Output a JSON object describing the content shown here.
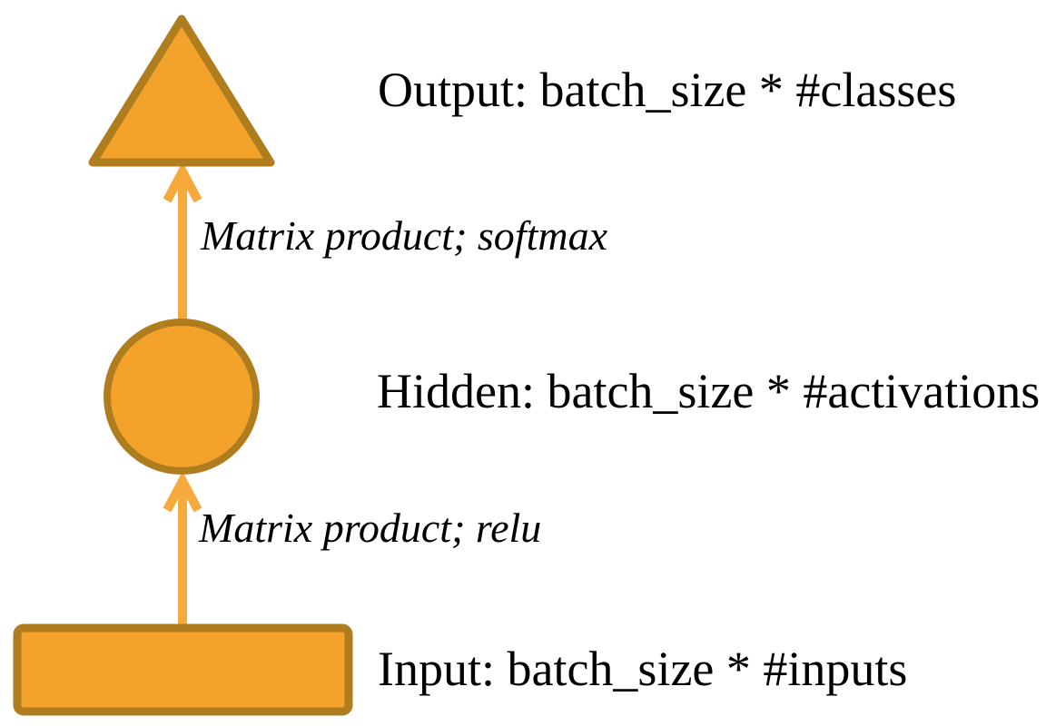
{
  "diagram": {
    "title": "feed-forward neural network shapes diagram",
    "nodes": [
      {
        "id": "output",
        "shape": "triangle",
        "label": "Output: batch_size * #classes"
      },
      {
        "id": "hidden",
        "shape": "circle",
        "label": "Hidden: batch_size * #activations"
      },
      {
        "id": "input",
        "shape": "rectangle",
        "label": "Input: batch_size * #inputs"
      }
    ],
    "edges": [
      {
        "from": "hidden",
        "to": "output",
        "label": "Matrix product; softmax"
      },
      {
        "from": "input",
        "to": "hidden",
        "label": "Matrix product; relu"
      }
    ]
  },
  "colors": {
    "shape_fill": "#F3A32C",
    "shape_stroke": "#B07D1E",
    "arrow_color": "#F6A93C",
    "text_color": "#000000",
    "background": "#FFFFFF"
  }
}
